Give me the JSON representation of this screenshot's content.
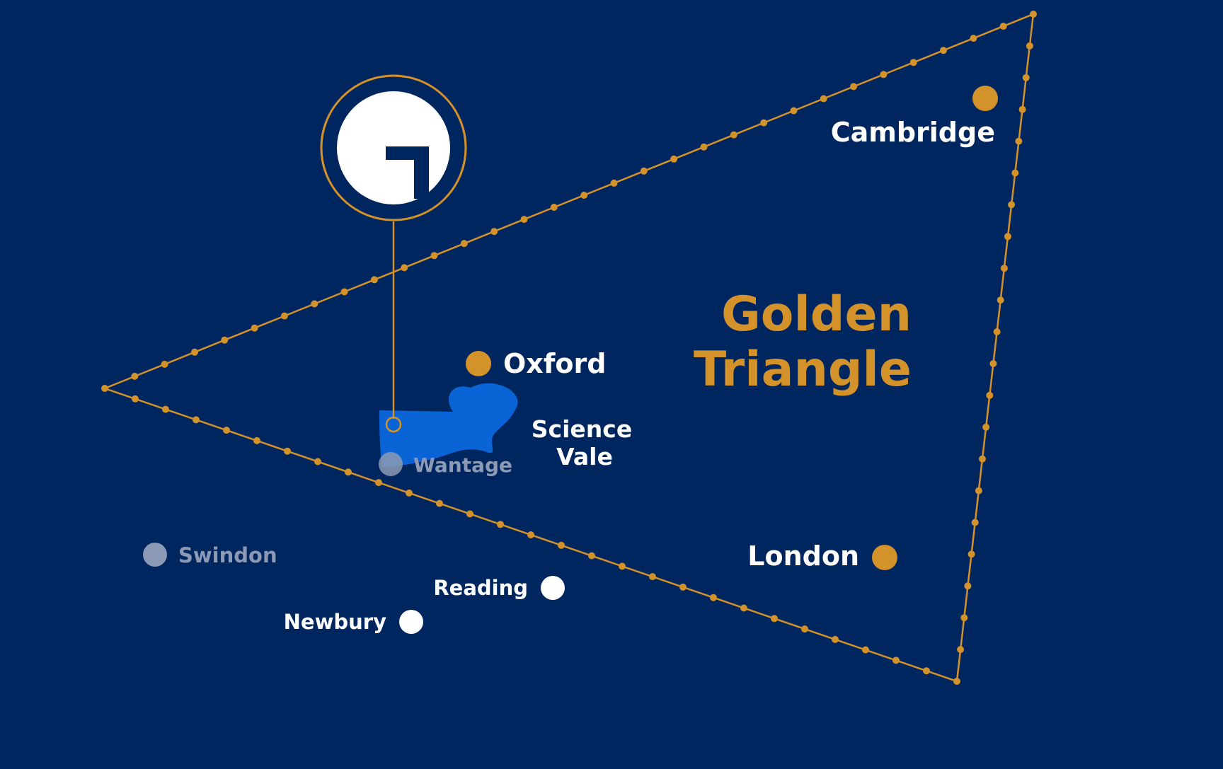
{
  "title": {
    "line1": "Golden",
    "line2": "Triangle"
  },
  "region": {
    "line1": "Science",
    "line2": "Vale"
  },
  "places": {
    "cambridge": "Cambridge",
    "oxford": "Oxford",
    "london": "London",
    "wantage": "Wantage",
    "swindon": "Swindon",
    "reading": "Reading",
    "newbury": "Newbury"
  },
  "colors": {
    "background": "#00265f",
    "gold": "#d4922a",
    "region": "#0a64d6",
    "white": "#ffffff",
    "muted": "#8d9ab5"
  },
  "logo": {
    "icon": "company-logo-icon"
  }
}
